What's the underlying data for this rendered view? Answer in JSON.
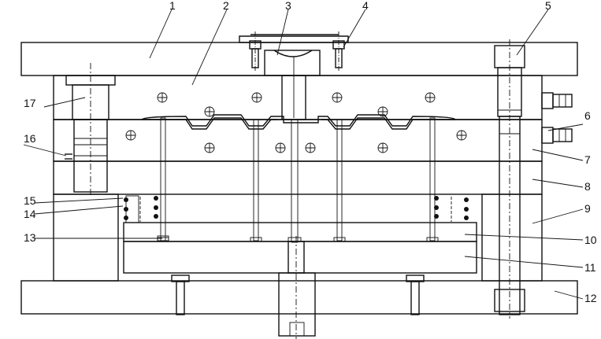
{
  "callouts": [
    {
      "id": "1",
      "label": "1"
    },
    {
      "id": "2",
      "label": "2"
    },
    {
      "id": "3",
      "label": "3"
    },
    {
      "id": "4",
      "label": "4"
    },
    {
      "id": "5",
      "label": "5"
    },
    {
      "id": "6",
      "label": "6"
    },
    {
      "id": "7",
      "label": "7"
    },
    {
      "id": "8",
      "label": "8"
    },
    {
      "id": "9",
      "label": "9"
    },
    {
      "id": "10",
      "label": "10"
    },
    {
      "id": "11",
      "label": "11"
    },
    {
      "id": "12",
      "label": "12"
    },
    {
      "id": "13",
      "label": "13"
    },
    {
      "id": "14",
      "label": "14"
    },
    {
      "id": "15",
      "label": "15"
    },
    {
      "id": "16",
      "label": "16"
    },
    {
      "id": "17",
      "label": "17"
    }
  ],
  "colors": {
    "line": "#111111",
    "background": "#ffffff",
    "hatch": "#222222"
  }
}
